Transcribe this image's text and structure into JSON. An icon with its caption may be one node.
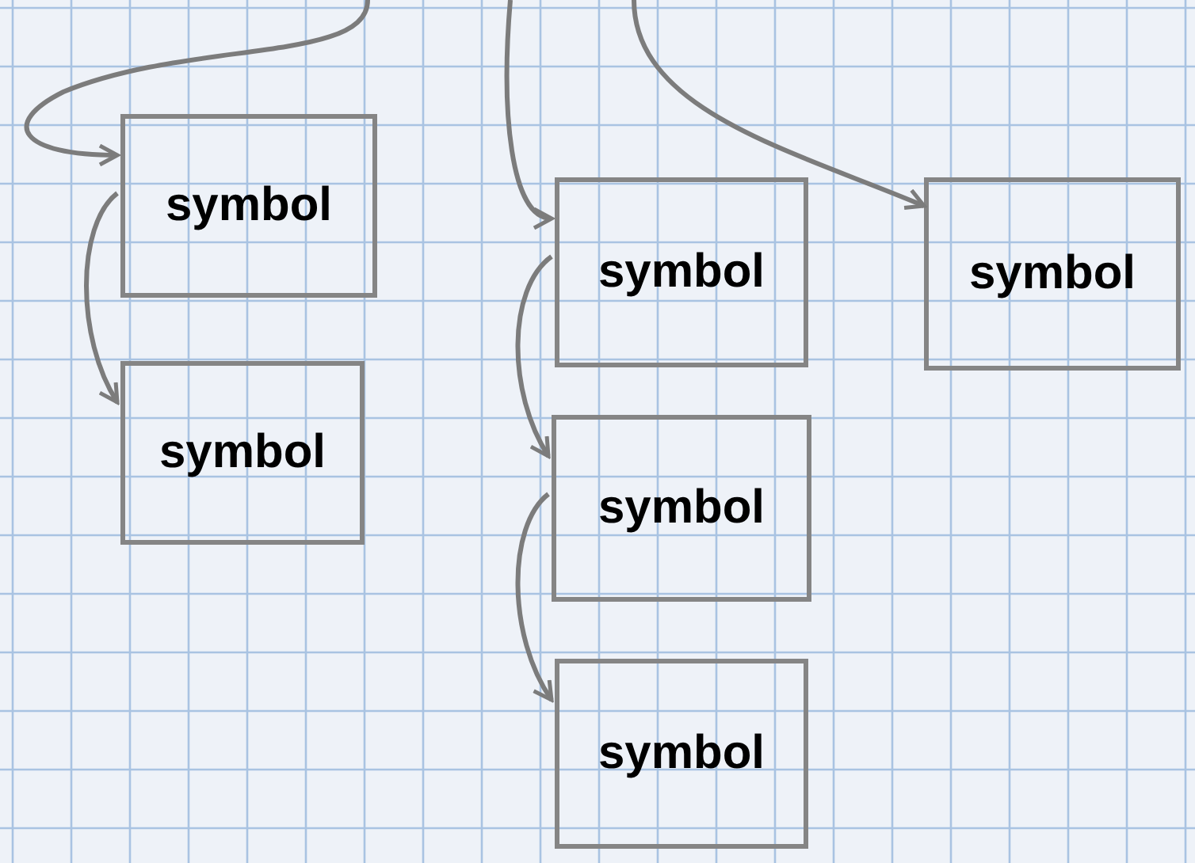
{
  "diagram": {
    "nodes": [
      {
        "text": [
          "symbol"
        ]
      },
      {
        "text": [
          "symbol"
        ]
      },
      {
        "text": [
          "symbol"
        ]
      },
      {
        "text": [
          "symbol"
        ]
      },
      {
        "text": [
          "symbol"
        ]
      },
      {
        "text": [
          "symbol"
        ]
      }
    ],
    "edges": [
      {
        "from": null,
        "to": 0,
        "arrow": "to"
      },
      {
        "from": 0,
        "to": 1,
        "arrow": "to"
      },
      {
        "from": null,
        "to": 2,
        "arrow": "to"
      },
      {
        "from": null,
        "to": 3,
        "arrow": "to"
      },
      {
        "from": 2,
        "to": 4,
        "arrow": "to"
      },
      {
        "from": 4,
        "to": 5,
        "arrow": "to"
      }
    ]
  }
}
